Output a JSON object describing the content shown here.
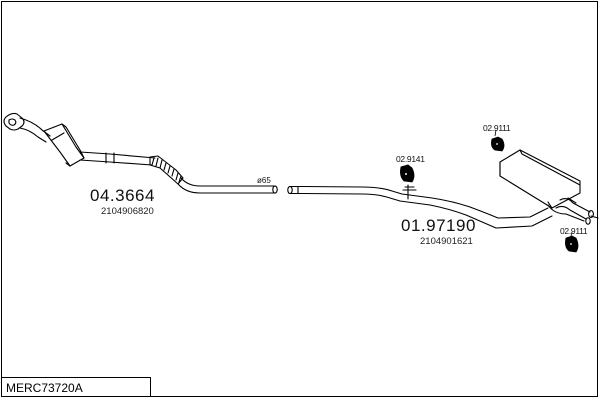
{
  "diagram": {
    "code": "MERC73720A",
    "front_part": {
      "number": "04.3664",
      "reference": "2104906820"
    },
    "rear_part": {
      "number": "01.97190",
      "reference": "2104901621"
    },
    "pipe_diameter": "ø65",
    "clips": [
      {
        "id": "clip-center",
        "label": "02.9141"
      },
      {
        "id": "clip-rear-top",
        "label": "02.9111"
      },
      {
        "id": "clip-rear-bottom",
        "label": "02.9111"
      }
    ]
  }
}
